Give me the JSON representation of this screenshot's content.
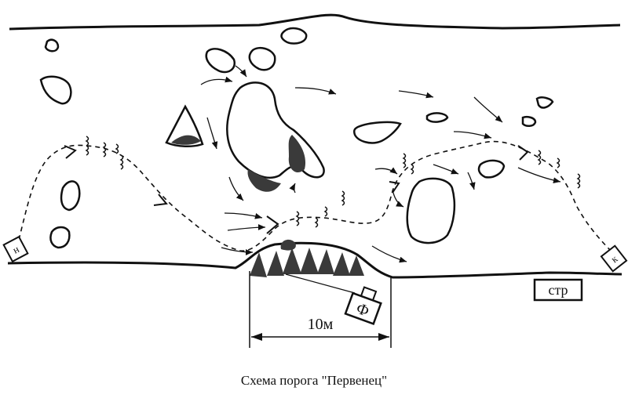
{
  "diagram": {
    "start_marker": "н",
    "finish_marker": "к",
    "photo_point": "Ф",
    "belay_label": "стр",
    "dimension": "10м"
  },
  "caption": "Схема порога \"Первенец\"",
  "colors": {
    "ink": "#111111",
    "shade": "#3a3a3a",
    "background": "#ffffff"
  }
}
